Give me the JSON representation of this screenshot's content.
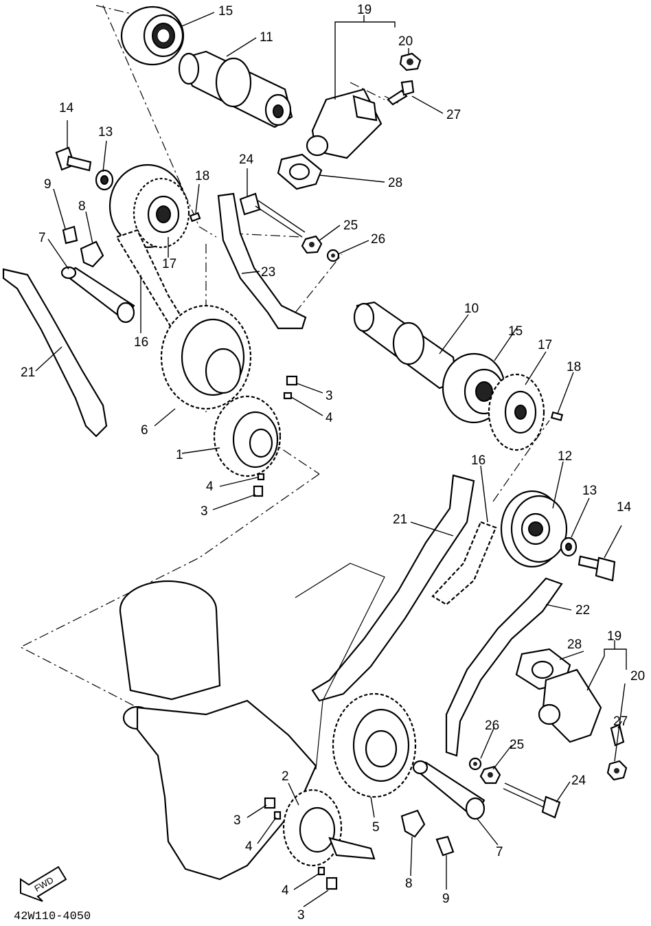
{
  "diagram": {
    "part_code": "42W110-4050",
    "fwd_label": "FWD",
    "callouts": [
      {
        "id": "c15a",
        "text": "15"
      },
      {
        "id": "c11",
        "text": "11"
      },
      {
        "id": "c19a",
        "text": "19"
      },
      {
        "id": "c20a",
        "text": "20"
      },
      {
        "id": "c27a",
        "text": "27"
      },
      {
        "id": "c28a",
        "text": "28"
      },
      {
        "id": "c14a",
        "text": "14"
      },
      {
        "id": "c13a",
        "text": "13"
      },
      {
        "id": "c24a",
        "text": "24"
      },
      {
        "id": "c18a",
        "text": "18"
      },
      {
        "id": "c9a",
        "text": "9"
      },
      {
        "id": "c8a",
        "text": "8"
      },
      {
        "id": "c25a",
        "text": "25"
      },
      {
        "id": "c26a",
        "text": "26"
      },
      {
        "id": "c7a",
        "text": "7"
      },
      {
        "id": "c17a",
        "text": "17"
      },
      {
        "id": "c23",
        "text": "23"
      },
      {
        "id": "c16a",
        "text": "16"
      },
      {
        "id": "c10",
        "text": "10"
      },
      {
        "id": "c15b",
        "text": "15"
      },
      {
        "id": "c17b",
        "text": "17"
      },
      {
        "id": "c21a",
        "text": "21"
      },
      {
        "id": "c18b",
        "text": "18"
      },
      {
        "id": "c3a",
        "text": "3"
      },
      {
        "id": "c4a",
        "text": "4"
      },
      {
        "id": "c6",
        "text": "6"
      },
      {
        "id": "c1",
        "text": "1"
      },
      {
        "id": "c4b",
        "text": "4"
      },
      {
        "id": "c3b",
        "text": "3"
      },
      {
        "id": "c12",
        "text": "12"
      },
      {
        "id": "c16b",
        "text": "16"
      },
      {
        "id": "c21b",
        "text": "21"
      },
      {
        "id": "c13b",
        "text": "13"
      },
      {
        "id": "c14b",
        "text": "14"
      },
      {
        "id": "c22",
        "text": "22"
      },
      {
        "id": "c19b",
        "text": "19"
      },
      {
        "id": "c28b",
        "text": "28"
      },
      {
        "id": "c20b",
        "text": "20"
      },
      {
        "id": "c27b",
        "text": "27"
      },
      {
        "id": "c26b",
        "text": "26"
      },
      {
        "id": "c25b",
        "text": "25"
      },
      {
        "id": "c24b",
        "text": "24"
      },
      {
        "id": "c2",
        "text": "2"
      },
      {
        "id": "c3c",
        "text": "3"
      },
      {
        "id": "c4c",
        "text": "4"
      },
      {
        "id": "c5",
        "text": "5"
      },
      {
        "id": "c7b",
        "text": "7"
      },
      {
        "id": "c8b",
        "text": "8"
      },
      {
        "id": "c4d",
        "text": "4"
      },
      {
        "id": "c9b",
        "text": "9"
      },
      {
        "id": "c3d",
        "text": "3"
      }
    ]
  }
}
